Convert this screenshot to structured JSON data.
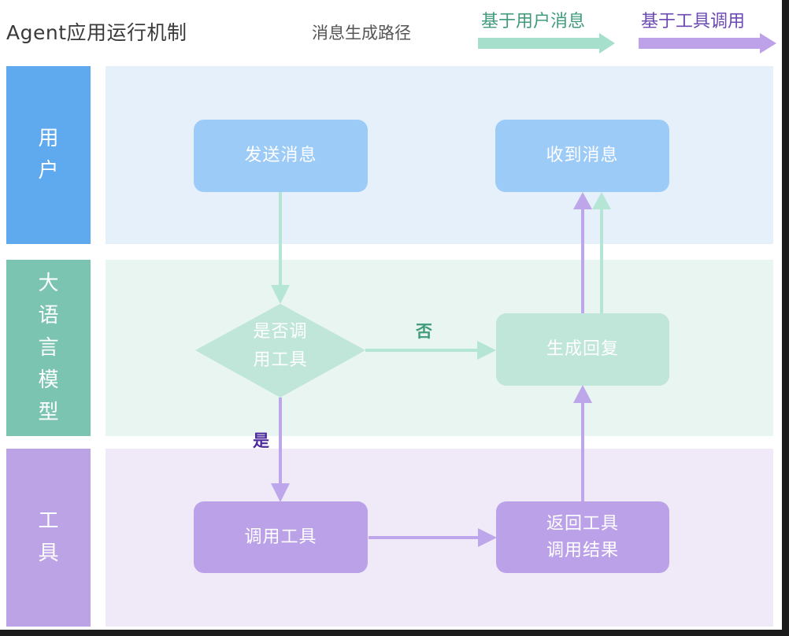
{
  "header": {
    "title": "Agent应用运行机制",
    "subtitle": "消息生成路径"
  },
  "legend": [
    {
      "label": "基于用户消息",
      "color": "#a6e0cc",
      "text_color": "#3f9b7a"
    },
    {
      "label": "基于工具调用",
      "color": "#bda2ea",
      "text_color": "#6b48b4"
    }
  ],
  "lanes": [
    {
      "label": "用户",
      "color": "#5fa9ef",
      "bg": "#e5f0fb"
    },
    {
      "label": "大语言模型",
      "color": "#7bc4b2",
      "bg": "#e8f5f0"
    },
    {
      "label": "工具",
      "color": "#bca3e6",
      "bg": "#f0eaf8"
    }
  ],
  "nodes": {
    "send": "发送消息",
    "receive": "收到消息",
    "decide": "是否调\n用工具",
    "generate": "生成回复",
    "call_tool": "调用工具",
    "return_result": "返回工具\n调用结果"
  },
  "edge_labels": {
    "no": "否",
    "yes": "是"
  },
  "colors": {
    "user_node": "#9dcbf8",
    "llm_node": "#bfe6d9",
    "tool_node": "#bba1e8",
    "arrow_user": "#b5e5d4",
    "arrow_tool": "#bea6ea",
    "no_label": "#3f9b7a",
    "yes_label": "#4b2a9c"
  }
}
